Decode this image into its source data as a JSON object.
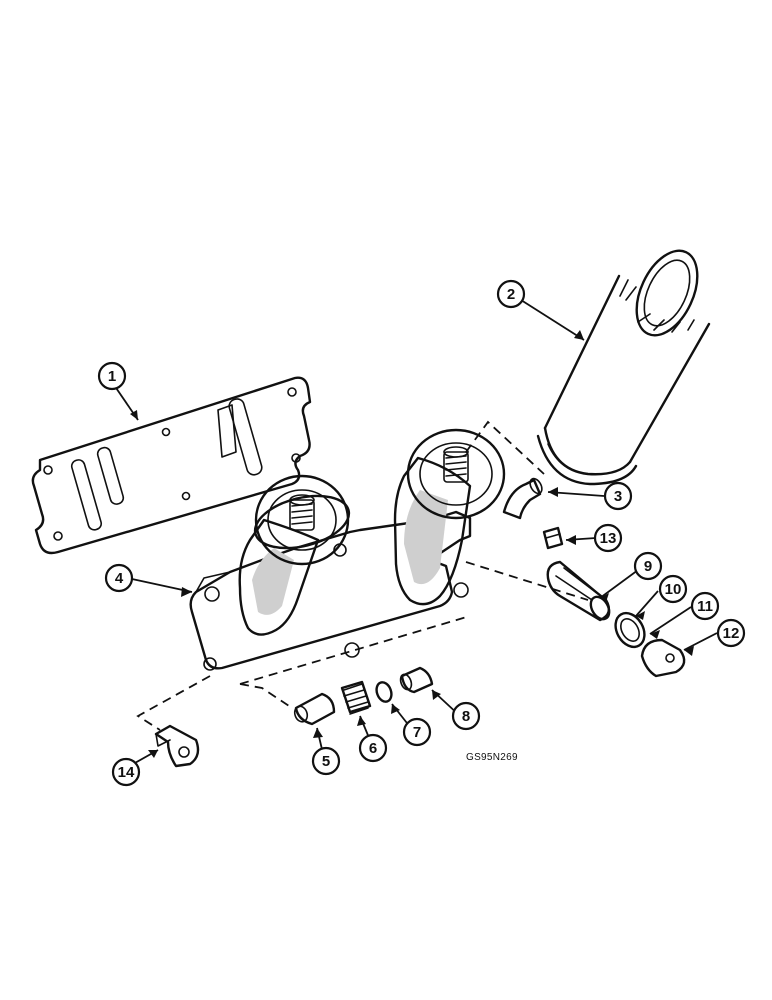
{
  "figure": {
    "reference_code": "GS95N269",
    "callouts": [
      {
        "label": "1"
      },
      {
        "label": "2"
      },
      {
        "label": "3"
      },
      {
        "label": "4"
      },
      {
        "label": "5"
      },
      {
        "label": "6"
      },
      {
        "label": "7"
      },
      {
        "label": "8"
      },
      {
        "label": "9"
      },
      {
        "label": "10"
      },
      {
        "label": "11"
      },
      {
        "label": "12"
      },
      {
        "label": "13"
      },
      {
        "label": "14"
      }
    ]
  }
}
